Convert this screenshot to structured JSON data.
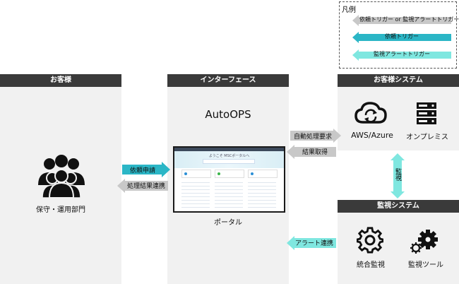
{
  "legend": {
    "title": "凡例",
    "items": [
      {
        "label": "依頼トリガー or 監視アラートトリガー",
        "color": "#c8c8c8"
      },
      {
        "label": "依頼トリガー",
        "color": "#2bb6c6"
      },
      {
        "label": "監視アラートトリガー",
        "color": "#7fe7e0"
      }
    ]
  },
  "customer": {
    "header": "お客様",
    "dept_label": "保守・運用部門"
  },
  "interface": {
    "header": "インターフェース",
    "product": "AutoOPS",
    "portal_label": "ポータル",
    "portal_screen": {
      "title_text": "ようこそ MSCポータルへ"
    }
  },
  "customer_system": {
    "header": "お客様システム",
    "cloud_label": "AWS/Azure",
    "onprem_label": "オンプレミス"
  },
  "monitoring_system": {
    "header": "監視システム",
    "integrated_label": "統合監視",
    "tool_label": "監視ツール"
  },
  "arrows": {
    "request": "依頼申請",
    "result_link": "処理結果連携",
    "auto_request": "自動処理要求",
    "result_get": "結果取得",
    "monitor": "監視",
    "alert_link": "アラート連携"
  },
  "colors": {
    "header_bg": "#3a3a3a",
    "panel_bg": "#f1f1f1",
    "gray_arrow": "#c8c8c8",
    "teal_arrow": "#2bb6c6",
    "light_teal_arrow": "#7fe7e0"
  }
}
